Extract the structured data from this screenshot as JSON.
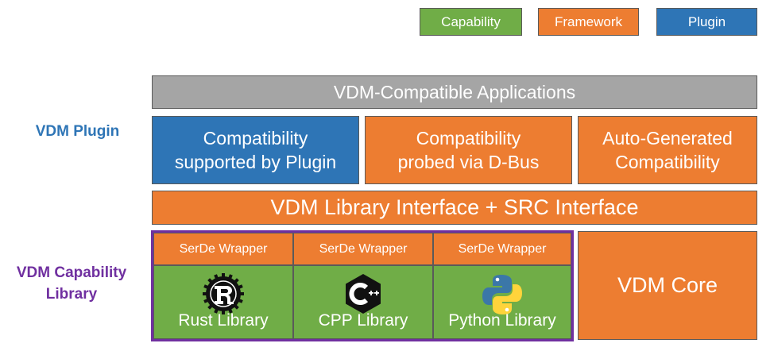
{
  "legend": {
    "capability": "Capability",
    "framework": "Framework",
    "plugin": "Plugin"
  },
  "labels": {
    "vdm_plugin": "VDM Plugin",
    "vdm_capability_library": "VDM Capability\nLibrary"
  },
  "layers": {
    "applications": "VDM-Compatible Applications",
    "plugin_compat": "Compatibility\nsupported by Plugin",
    "dbus_compat": "Compatibility\nprobed via D-Bus",
    "auto_compat": "Auto-Generated\nCompatibility",
    "interface": "VDM Library Interface + SRC Interface",
    "core": "VDM Core"
  },
  "libraries": [
    {
      "wrapper": "SerDe Wrapper",
      "name": "Rust Library",
      "icon": "rust-icon"
    },
    {
      "wrapper": "SerDe Wrapper",
      "name": "CPP Library",
      "icon": "cpp-icon"
    },
    {
      "wrapper": "SerDe Wrapper",
      "name": "Python Library",
      "icon": "python-icon"
    }
  ],
  "colors": {
    "capability": "#70ad47",
    "framework": "#ed7d31",
    "plugin": "#2e75b6",
    "applications": "#a5a5a5",
    "library_border": "#7030a0",
    "plugin_label": "#2e75b6",
    "library_label": "#7030a0"
  }
}
